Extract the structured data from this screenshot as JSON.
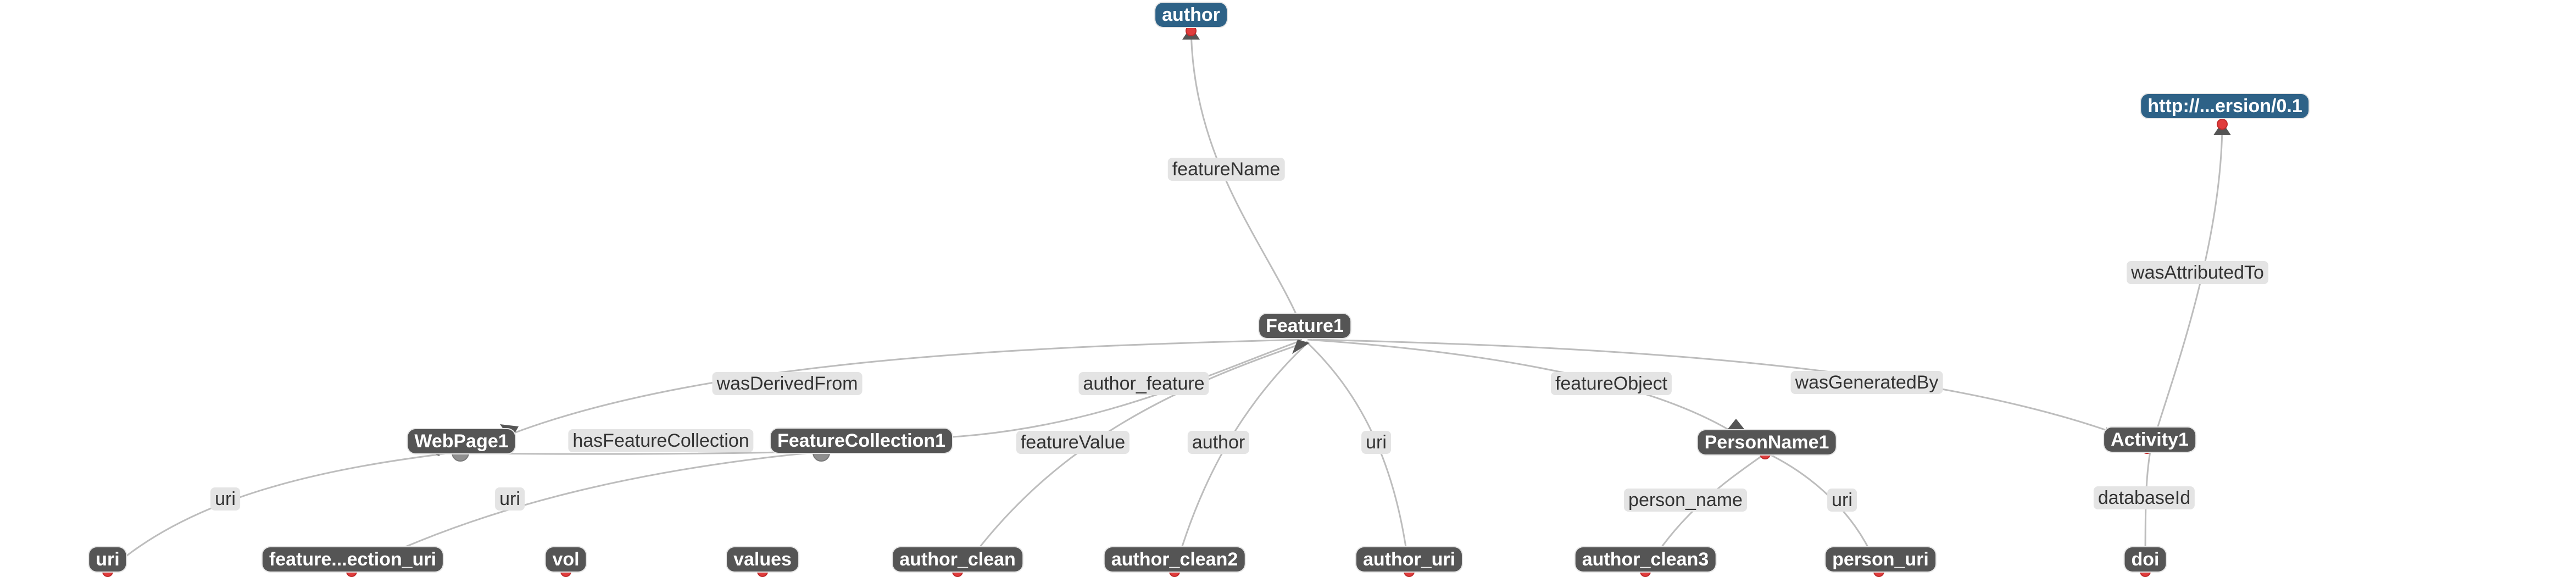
{
  "nodes": {
    "author": {
      "label": "author"
    },
    "uri_top": {
      "label": "http://...ersion/0.1"
    },
    "feature1": {
      "label": "Feature1"
    },
    "webpage1": {
      "label": "WebPage1"
    },
    "featurecollection1": {
      "label": "FeatureCollection1"
    },
    "personname1": {
      "label": "PersonName1"
    },
    "activity1": {
      "label": "Activity1"
    },
    "uri_leaf": {
      "label": "uri"
    },
    "feature_collection_uri": {
      "label": "feature...ection_uri"
    },
    "vol": {
      "label": "vol"
    },
    "values": {
      "label": "values"
    },
    "author_clean": {
      "label": "author_clean"
    },
    "author_clean2": {
      "label": "author_clean2"
    },
    "author_uri": {
      "label": "author_uri"
    },
    "author_clean3": {
      "label": "author_clean3"
    },
    "person_uri": {
      "label": "person_uri"
    },
    "doi": {
      "label": "doi"
    }
  },
  "edges": {
    "featureName": "featureName",
    "wasAttributedTo": "wasAttributedTo",
    "wasDerivedFrom": "wasDerivedFrom",
    "author_feature": "author_feature",
    "featureObject": "featureObject",
    "wasGeneratedBy": "wasGeneratedBy",
    "hasFeatureCollection": "hasFeatureCollection",
    "featureValue": "featureValue",
    "author": "author",
    "uri_feature": "uri",
    "uri_webpage": "uri",
    "uri_collection": "uri",
    "person_name": "person_name",
    "uri_person": "uri",
    "databaseId": "databaseId"
  }
}
